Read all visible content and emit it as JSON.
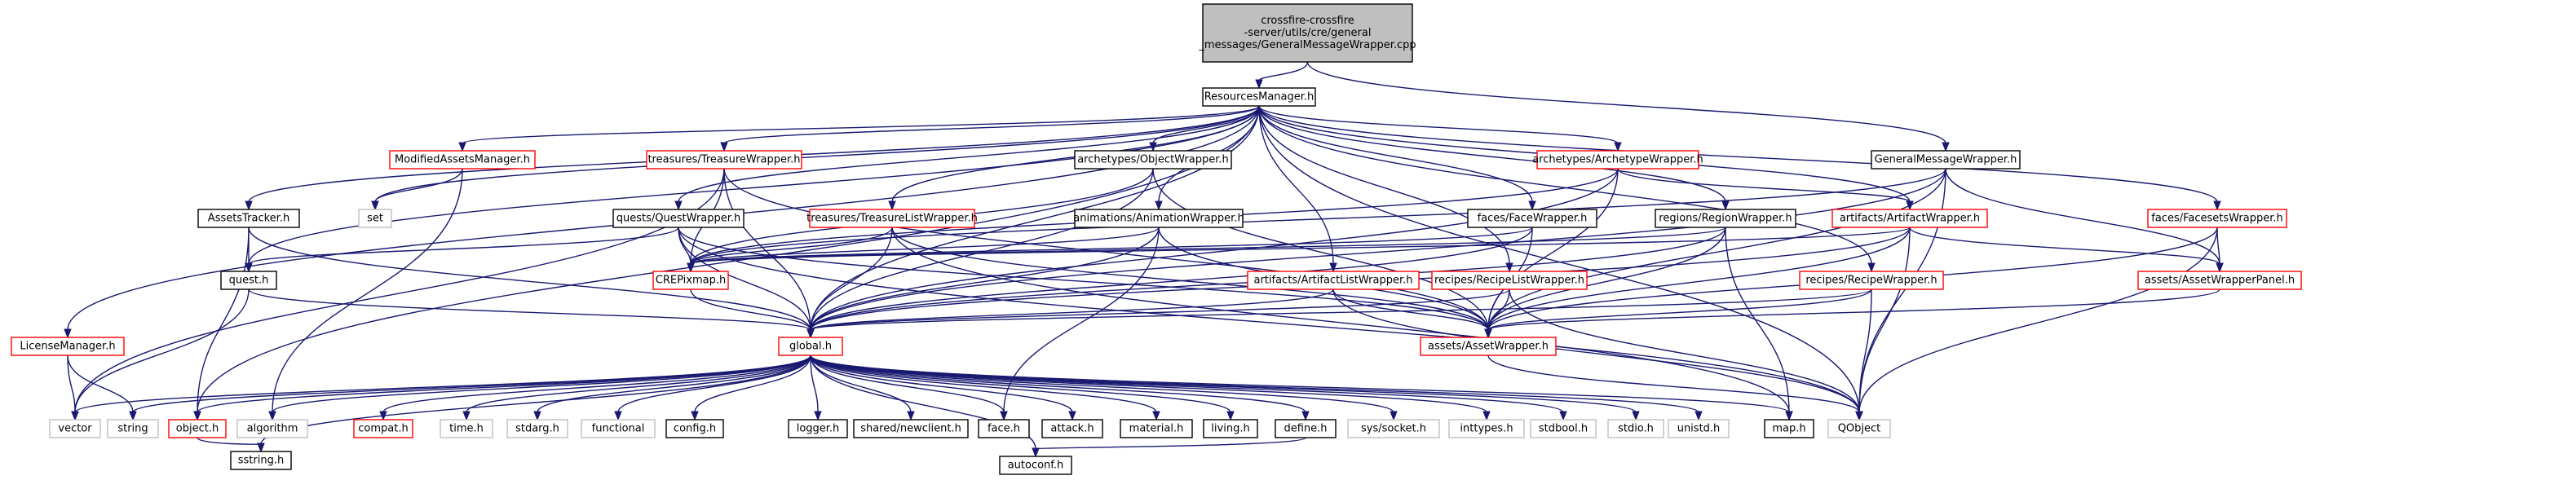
{
  "graph": {
    "nodes": [
      {
        "id": "root",
        "label": [
          "crossfire-crossfire",
          "-server/utils/cre/general",
          "_messages/GeneralMessageWrapper.cpp"
        ],
        "style": "root"
      },
      {
        "id": "rm",
        "label": [
          "ResourcesManager.h"
        ],
        "style": "solid"
      },
      {
        "id": "gmw",
        "label": [
          "GeneralMessageWrapper.h"
        ],
        "style": "solid"
      },
      {
        "id": "lm",
        "label": [
          "LicenseManager.h"
        ],
        "style": "red"
      },
      {
        "id": "at",
        "label": [
          "AssetsTracker.h"
        ],
        "style": "solid"
      },
      {
        "id": "quest",
        "label": [
          "quest.h"
        ],
        "style": "solid"
      },
      {
        "id": "set",
        "label": [
          "set"
        ],
        "style": "grey"
      },
      {
        "id": "mam",
        "label": [
          "ModifiedAssetsManager.h"
        ],
        "style": "red"
      },
      {
        "id": "tw",
        "label": [
          "treasures/TreasureWrapper.h"
        ],
        "style": "red"
      },
      {
        "id": "qw",
        "label": [
          "quests/QuestWrapper.h"
        ],
        "style": "solid"
      },
      {
        "id": "ow",
        "label": [
          "archetypes/ObjectWrapper.h"
        ],
        "style": "solid"
      },
      {
        "id": "tlw",
        "label": [
          "treasures/TreasureListWrapper.h"
        ],
        "style": "red"
      },
      {
        "id": "aw",
        "label": [
          "animations/AnimationWrapper.h"
        ],
        "style": "solid"
      },
      {
        "id": "alw",
        "label": [
          "artifacts/ArtifactListWrapper.h"
        ],
        "style": "red"
      },
      {
        "id": "archw",
        "label": [
          "archetypes/ArchetypeWrapper.h"
        ],
        "style": "red"
      },
      {
        "id": "fw",
        "label": [
          "faces/FaceWrapper.h"
        ],
        "style": "solid"
      },
      {
        "id": "rlw",
        "label": [
          "recipes/RecipeListWrapper.h"
        ],
        "style": "red"
      },
      {
        "id": "rw",
        "label": [
          "regions/RegionWrapper.h"
        ],
        "style": "solid"
      },
      {
        "id": "artw",
        "label": [
          "artifacts/ArtifactWrapper.h"
        ],
        "style": "red"
      },
      {
        "id": "recw",
        "label": [
          "recipes/RecipeWrapper.h"
        ],
        "style": "red"
      },
      {
        "id": "ffw",
        "label": [
          "faces/FacesetsWrapper.h"
        ],
        "style": "red"
      },
      {
        "id": "awp",
        "label": [
          "assets/AssetWrapperPanel.h"
        ],
        "style": "red"
      },
      {
        "id": "crep",
        "label": [
          "CREPixmap.h"
        ],
        "style": "red"
      },
      {
        "id": "asw",
        "label": [
          "assets/AssetWrapper.h"
        ],
        "style": "red"
      },
      {
        "id": "global",
        "label": [
          "global.h"
        ],
        "style": "red"
      },
      {
        "id": "vector",
        "label": [
          "vector"
        ],
        "style": "grey"
      },
      {
        "id": "string",
        "label": [
          "string"
        ],
        "style": "grey"
      },
      {
        "id": "object",
        "label": [
          "object.h"
        ],
        "style": "red"
      },
      {
        "id": "algorithm",
        "label": [
          "algorithm"
        ],
        "style": "grey"
      },
      {
        "id": "compat",
        "label": [
          "compat.h"
        ],
        "style": "red"
      },
      {
        "id": "time",
        "label": [
          "time.h"
        ],
        "style": "grey"
      },
      {
        "id": "stdarg",
        "label": [
          "stdarg.h"
        ],
        "style": "grey"
      },
      {
        "id": "functional",
        "label": [
          "functional"
        ],
        "style": "grey"
      },
      {
        "id": "config",
        "label": [
          "config.h"
        ],
        "style": "solid"
      },
      {
        "id": "logger",
        "label": [
          "logger.h"
        ],
        "style": "solid"
      },
      {
        "id": "newclient",
        "label": [
          "shared/newclient.h"
        ],
        "style": "solid"
      },
      {
        "id": "face",
        "label": [
          "face.h"
        ],
        "style": "solid"
      },
      {
        "id": "attack",
        "label": [
          "attack.h"
        ],
        "style": "solid"
      },
      {
        "id": "material",
        "label": [
          "material.h"
        ],
        "style": "solid"
      },
      {
        "id": "living",
        "label": [
          "living.h"
        ],
        "style": "solid"
      },
      {
        "id": "define",
        "label": [
          "define.h"
        ],
        "style": "solid"
      },
      {
        "id": "socket",
        "label": [
          "sys/socket.h"
        ],
        "style": "grey"
      },
      {
        "id": "inttypes",
        "label": [
          "inttypes.h"
        ],
        "style": "grey"
      },
      {
        "id": "stdbool",
        "label": [
          "stdbool.h"
        ],
        "style": "grey"
      },
      {
        "id": "stdio",
        "label": [
          "stdio.h"
        ],
        "style": "grey"
      },
      {
        "id": "unistd",
        "label": [
          "unistd.h"
        ],
        "style": "grey"
      },
      {
        "id": "map",
        "label": [
          "map.h"
        ],
        "style": "solid"
      },
      {
        "id": "qobject",
        "label": [
          "QObject"
        ],
        "style": "grey"
      },
      {
        "id": "sstring",
        "label": [
          "sstring.h"
        ],
        "style": "solid"
      },
      {
        "id": "autoconf",
        "label": [
          "autoconf.h"
        ],
        "style": "solid"
      }
    ],
    "edges": [
      [
        "root",
        "rm"
      ],
      [
        "root",
        "gmw"
      ],
      [
        "rm",
        "lm"
      ],
      [
        "rm",
        "at"
      ],
      [
        "rm",
        "quest"
      ],
      [
        "rm",
        "set"
      ],
      [
        "rm",
        "mam"
      ],
      [
        "rm",
        "tw"
      ],
      [
        "rm",
        "qw"
      ],
      [
        "rm",
        "ow"
      ],
      [
        "rm",
        "tlw"
      ],
      [
        "rm",
        "aw"
      ],
      [
        "rm",
        "alw"
      ],
      [
        "rm",
        "archw"
      ],
      [
        "rm",
        "fw"
      ],
      [
        "rm",
        "rlw"
      ],
      [
        "rm",
        "rw"
      ],
      [
        "rm",
        "artw"
      ],
      [
        "rm",
        "recw"
      ],
      [
        "rm",
        "ffw"
      ],
      [
        "rm",
        "global"
      ],
      [
        "rm",
        "object"
      ],
      [
        "rm",
        "qobject"
      ],
      [
        "gmw",
        "awp"
      ],
      [
        "gmw",
        "asw"
      ],
      [
        "gmw",
        "crep"
      ],
      [
        "gmw",
        "global"
      ],
      [
        "gmw",
        "qobject"
      ],
      [
        "lm",
        "vector"
      ],
      [
        "lm",
        "string"
      ],
      [
        "at",
        "quest"
      ],
      [
        "at",
        "object"
      ],
      [
        "at",
        "global"
      ],
      [
        "quest",
        "vector"
      ],
      [
        "quest",
        "global"
      ],
      [
        "mam",
        "set"
      ],
      [
        "mam",
        "algorithm"
      ],
      [
        "tw",
        "asw"
      ],
      [
        "tw",
        "crep"
      ],
      [
        "tw",
        "global"
      ],
      [
        "tw",
        "vector"
      ],
      [
        "qw",
        "asw"
      ],
      [
        "qw",
        "crep"
      ],
      [
        "qw",
        "global"
      ],
      [
        "qw",
        "quest"
      ],
      [
        "qw",
        "qobject"
      ],
      [
        "ow",
        "asw"
      ],
      [
        "ow",
        "crep"
      ],
      [
        "ow",
        "global"
      ],
      [
        "tlw",
        "asw"
      ],
      [
        "tlw",
        "crep"
      ],
      [
        "tlw",
        "global"
      ],
      [
        "tlw",
        "map"
      ],
      [
        "aw",
        "asw"
      ],
      [
        "aw",
        "crep"
      ],
      [
        "aw",
        "global"
      ],
      [
        "aw",
        "face"
      ],
      [
        "alw",
        "asw"
      ],
      [
        "alw",
        "global"
      ],
      [
        "alw",
        "qobject"
      ],
      [
        "archw",
        "asw"
      ],
      [
        "archw",
        "crep"
      ],
      [
        "archw",
        "global"
      ],
      [
        "archw",
        "artw"
      ],
      [
        "fw",
        "asw"
      ],
      [
        "fw",
        "crep"
      ],
      [
        "fw",
        "global"
      ],
      [
        "rlw",
        "asw"
      ],
      [
        "rlw",
        "global"
      ],
      [
        "rlw",
        "qobject"
      ],
      [
        "rw",
        "asw"
      ],
      [
        "rw",
        "crep"
      ],
      [
        "rw",
        "global"
      ],
      [
        "rw",
        "map"
      ],
      [
        "artw",
        "awp"
      ],
      [
        "artw",
        "asw"
      ],
      [
        "artw",
        "crep"
      ],
      [
        "artw",
        "global"
      ],
      [
        "artw",
        "qobject"
      ],
      [
        "recw",
        "asw"
      ],
      [
        "recw",
        "global"
      ],
      [
        "recw",
        "qobject"
      ],
      [
        "ffw",
        "awp"
      ],
      [
        "ffw",
        "asw"
      ],
      [
        "ffw",
        "qobject"
      ],
      [
        "awp",
        "asw"
      ],
      [
        "crep",
        "global"
      ],
      [
        "asw",
        "qobject"
      ],
      [
        "global",
        "vector"
      ],
      [
        "global",
        "string"
      ],
      [
        "global",
        "object"
      ],
      [
        "global",
        "algorithm"
      ],
      [
        "global",
        "compat"
      ],
      [
        "global",
        "time"
      ],
      [
        "global",
        "stdarg"
      ],
      [
        "global",
        "functional"
      ],
      [
        "global",
        "config"
      ],
      [
        "global",
        "logger"
      ],
      [
        "global",
        "newclient"
      ],
      [
        "global",
        "face"
      ],
      [
        "global",
        "attack"
      ],
      [
        "global",
        "material"
      ],
      [
        "global",
        "living"
      ],
      [
        "global",
        "define"
      ],
      [
        "global",
        "socket"
      ],
      [
        "global",
        "inttypes"
      ],
      [
        "global",
        "stdbool"
      ],
      [
        "global",
        "stdio"
      ],
      [
        "global",
        "unistd"
      ],
      [
        "global",
        "map"
      ],
      [
        "global",
        "sstring"
      ],
      [
        "global",
        "autoconf"
      ],
      [
        "object",
        "sstring"
      ],
      [
        "define",
        "autoconf"
      ]
    ]
  }
}
